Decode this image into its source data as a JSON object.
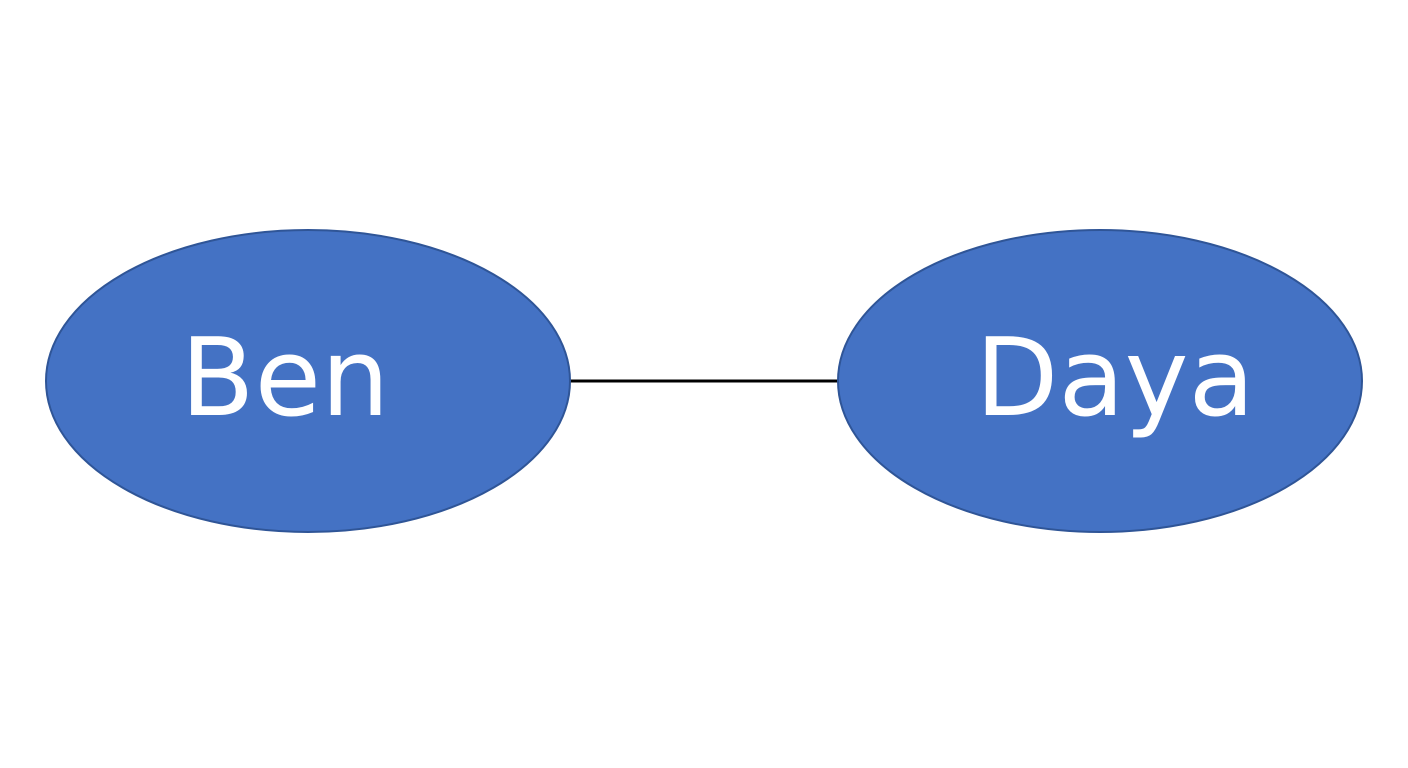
{
  "diagram": {
    "type": "node-link",
    "colors": {
      "node_fill": "#4472C4",
      "node_stroke": "#2F5597",
      "edge": "#000000",
      "label": "#FFFFFF",
      "background": "#FFFFFF"
    },
    "nodes": [
      {
        "id": "ben",
        "label": "Ben"
      },
      {
        "id": "daya",
        "label": "Daya"
      }
    ],
    "edges": [
      {
        "from": "ben",
        "to": "daya"
      }
    ]
  }
}
